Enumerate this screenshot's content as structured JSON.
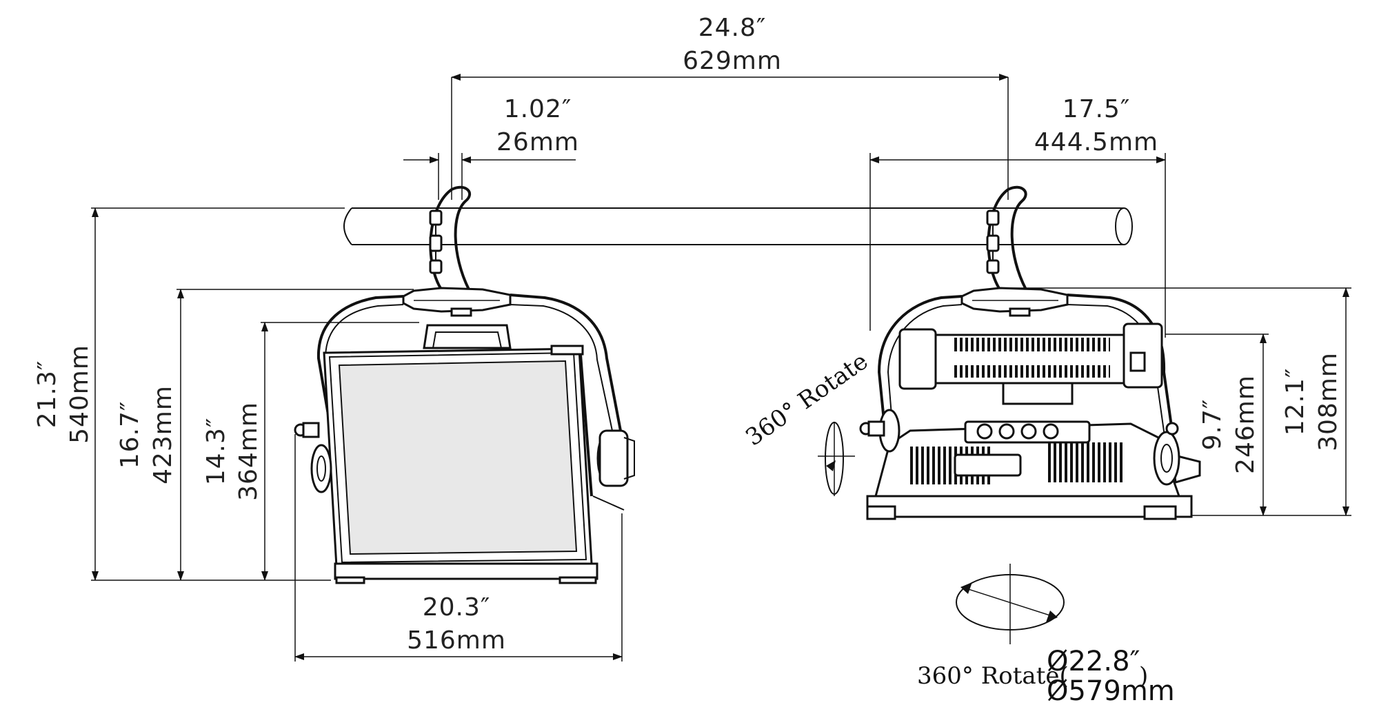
{
  "dimensions": {
    "overall_width_in": "24.8″",
    "overall_width_mm": "629mm",
    "clamp_offset_in": "1.02″",
    "clamp_offset_mm": "26mm",
    "side_width_in": "17.5″",
    "side_width_mm": "444.5mm",
    "total_height_in": "21.3″",
    "total_height_mm": "540mm",
    "yoke_height_in": "16.7″",
    "yoke_height_mm": "423mm",
    "panel_height_in": "14.3″",
    "panel_height_mm": "364mm",
    "front_width_in": "20.3″",
    "front_width_mm": "516mm",
    "side_body_height_in": "9.7″",
    "side_body_height_mm": "246mm",
    "side_yoke_height_in": "12.1″",
    "side_yoke_height_mm": "308mm"
  },
  "annotations": {
    "tilt_label": "360° Rotate",
    "pan_label": "360° Rotate(",
    "pan_close": ")",
    "pan_diameter_in": "Ø22.8″",
    "pan_diameter_mm": "Ø579mm"
  },
  "colors": {
    "line": "#111111",
    "background": "#ffffff"
  }
}
